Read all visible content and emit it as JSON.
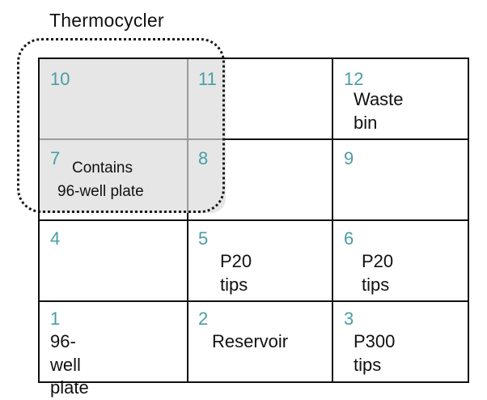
{
  "diagram": {
    "title": "Thermocycler",
    "thermocycler_label": [
      "Contains",
      "96-well plate"
    ],
    "slots": [
      {
        "number": "10",
        "label": ""
      },
      {
        "number": "11",
        "label": ""
      },
      {
        "number": "12",
        "label": "Waste bin"
      },
      {
        "number": "7",
        "label": ""
      },
      {
        "number": "8",
        "label": ""
      },
      {
        "number": "9",
        "label": ""
      },
      {
        "number": "4",
        "label": ""
      },
      {
        "number": "5",
        "label": "P20 tips"
      },
      {
        "number": "6",
        "label": "P20 tips"
      },
      {
        "number": "1",
        "label": "96-well plate"
      },
      {
        "number": "2",
        "label": "Reservoir"
      },
      {
        "number": "3",
        "label": "P300 tips"
      }
    ]
  },
  "colors": {
    "slot_number": "#4a9da5",
    "thermocycler_fill": "#e6e6e6",
    "border": "#111111"
  }
}
